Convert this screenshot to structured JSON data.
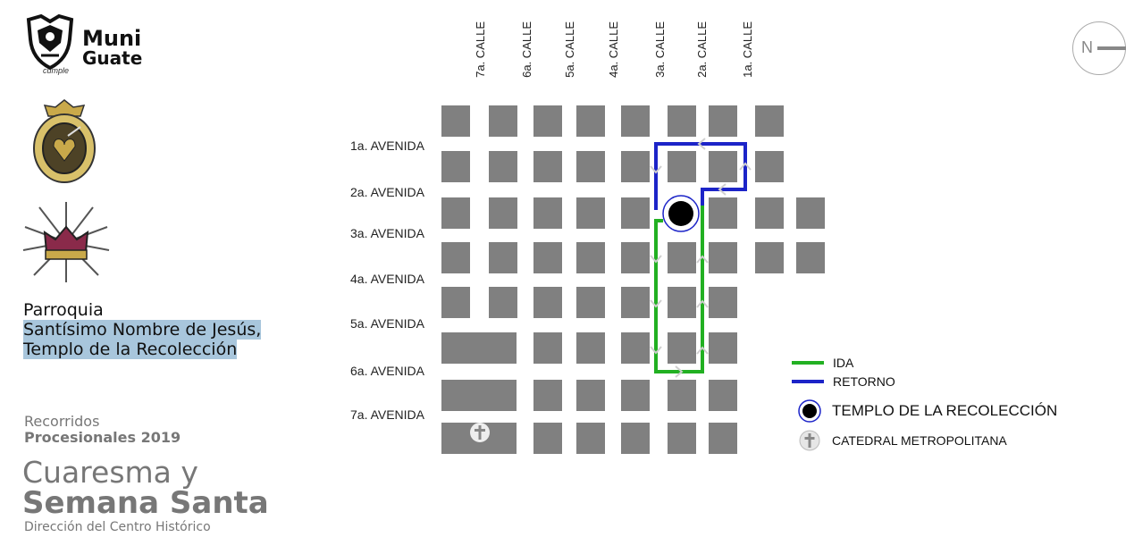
{
  "header": {
    "logo_line1": "Muni",
    "logo_line2": "Guate",
    "logo_tagline": "cumple"
  },
  "parish": {
    "line1": "Parroquia",
    "line2": "Santísimo Nombre de Jesús,",
    "line3": "Templo de la Recolección",
    "highlight_color": "#a8c6dc"
  },
  "event": {
    "recorridos": "Recorridos",
    "procesionales": "Procesionales  2019",
    "cuaresma": "Cuaresma y",
    "semana_santa": "Semana Santa",
    "direccion": "Dirección del Centro Histórico"
  },
  "map": {
    "compass_label": "N",
    "avenidas": [
      "1a. AVENIDA",
      "2a. AVENIDA",
      "3a. AVENIDA",
      "4a. AVENIDA",
      "5a. AVENIDA",
      "6a. AVENIDA",
      "7a. AVENIDA"
    ],
    "calles": [
      "7a. CALLE",
      "6a. CALLE",
      "5a. CALLE",
      "4a. CALLE",
      "3a. CALLE",
      "2a. CALLE",
      "1a. CALLE"
    ],
    "colors": {
      "block": "#808080",
      "ida": "#22b022",
      "retorno": "#1c24c8",
      "temple": "#000000"
    }
  },
  "legend": {
    "ida": "IDA",
    "retorno": "RETORNO",
    "templo": "TEMPLO DE LA RECOLECCIÓN",
    "catedral": "CATEDRAL METROPOLITANA"
  }
}
